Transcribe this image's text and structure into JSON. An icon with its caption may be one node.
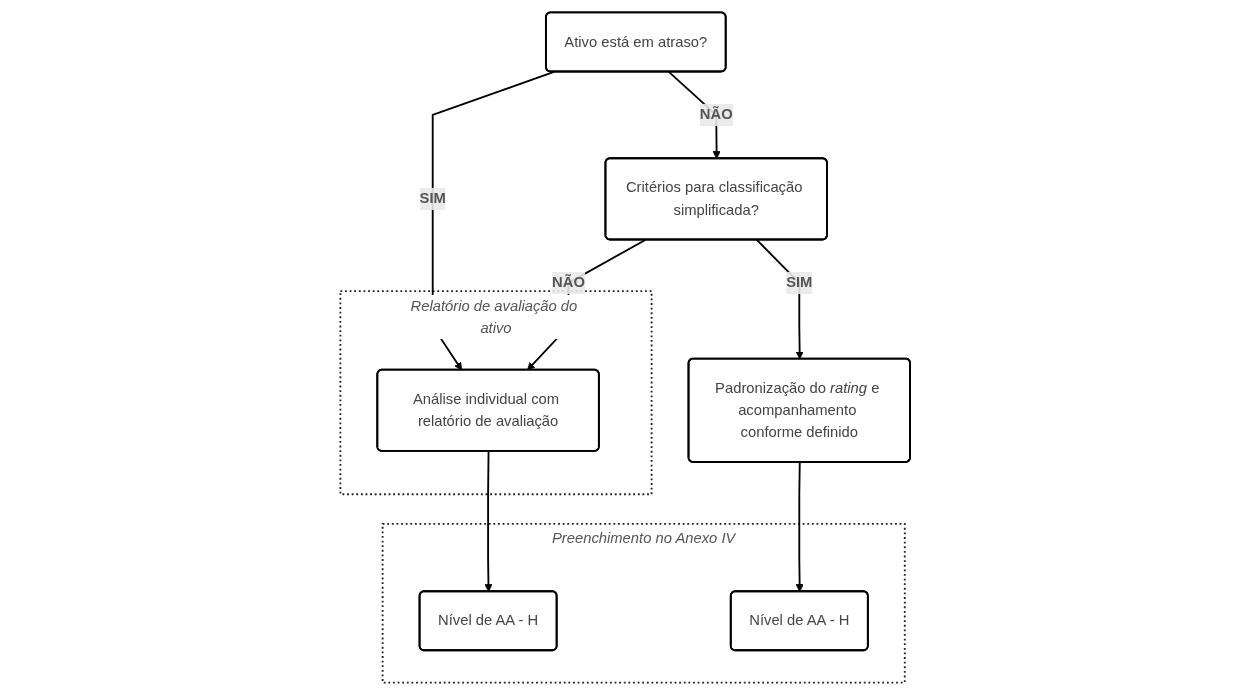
{
  "diagram": {
    "nodes": [
      {
        "text": [
          "Ativo está em atraso?"
        ]
      },
      {
        "text": [
          "Relatório de avaliação do ativo"
        ]
      },
      {
        "text": [
          "Análise individual com relatório de avaliação"
        ],
        "in": 1
      },
      {
        "text": [
          "Critérios para classificação simplificada?"
        ]
      },
      {
        "text": [
          "Padronização do *rating* e acompanhamento conforme definido"
        ]
      },
      {
        "text": [
          "Preenchimento no Anexo IV"
        ]
      },
      {
        "text": [
          "Nível de AA - H"
        ],
        "in": 5
      },
      {
        "text": [
          "Nível de AA - H"
        ],
        "in": 5
      }
    ],
    "edges": [
      {
        "from": 0,
        "to": 2,
        "arrow": "to",
        "label": "SIM"
      },
      {
        "from": 0,
        "to": 3,
        "arrow": "to",
        "label": "NÃO"
      },
      {
        "from": 3,
        "to": 2,
        "arrow": "to",
        "label": "NÃO"
      },
      {
        "from": 3,
        "to": 4,
        "arrow": "to",
        "label": "SIM"
      },
      {
        "from": 2,
        "to": 6,
        "arrow": "to"
      },
      {
        "from": 4,
        "to": 7,
        "arrow": "to"
      }
    ]
  }
}
